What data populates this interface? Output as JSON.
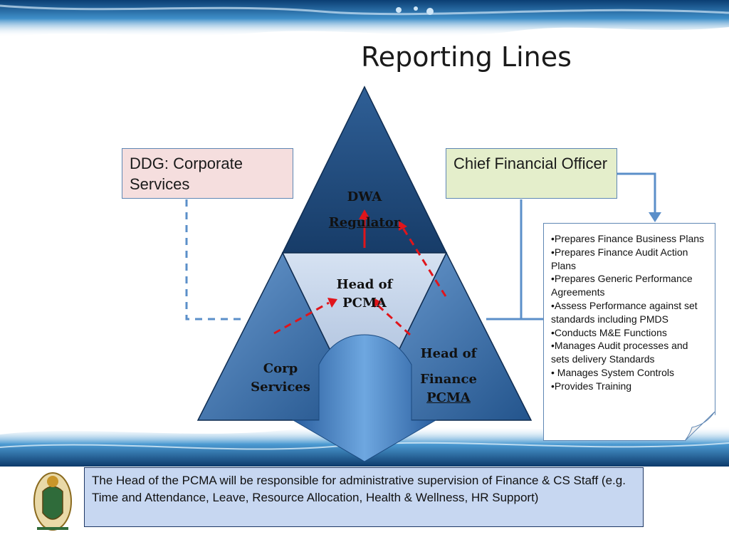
{
  "title": "Reporting Lines",
  "ddg_box": "DDG: Corporate Services",
  "cfo_box": "Chief Financial Officer",
  "triangle": {
    "top_line1": "DWA",
    "top_line2": "Regulator",
    "center_line1": "Head of",
    "center_line2": "PCMA",
    "left_line1": "Corp",
    "left_line2": "Services",
    "right_line1": "Head of",
    "right_line2": "Finance",
    "right_line3": "PCMA"
  },
  "duties": [
    "•Prepares Finance Business Plans",
    "•Prepares Finance Audit Action Plans",
    "•Prepares Generic Performance Agreements",
    "•Assess Performance against set standards including PMDS",
    "•Conducts M&E Functions",
    "•Manages Audit processes and sets delivery Standards",
    "• Manages System Controls",
    "•Provides Training"
  ],
  "note": "The Head of the PCMA  will be responsible for administrative supervision of Finance & CS Staff (e.g. Time and Attendance, Leave, Resource Allocation, Health & Wellness, HR Support)",
  "colors": {
    "triangle_dark": "#1f4a7d",
    "triangle_mid": "#3d6fa8",
    "triangle_light": "#b9c9e3",
    "arrow_red": "#e0151b",
    "connector_blue": "#5b8fc9"
  }
}
